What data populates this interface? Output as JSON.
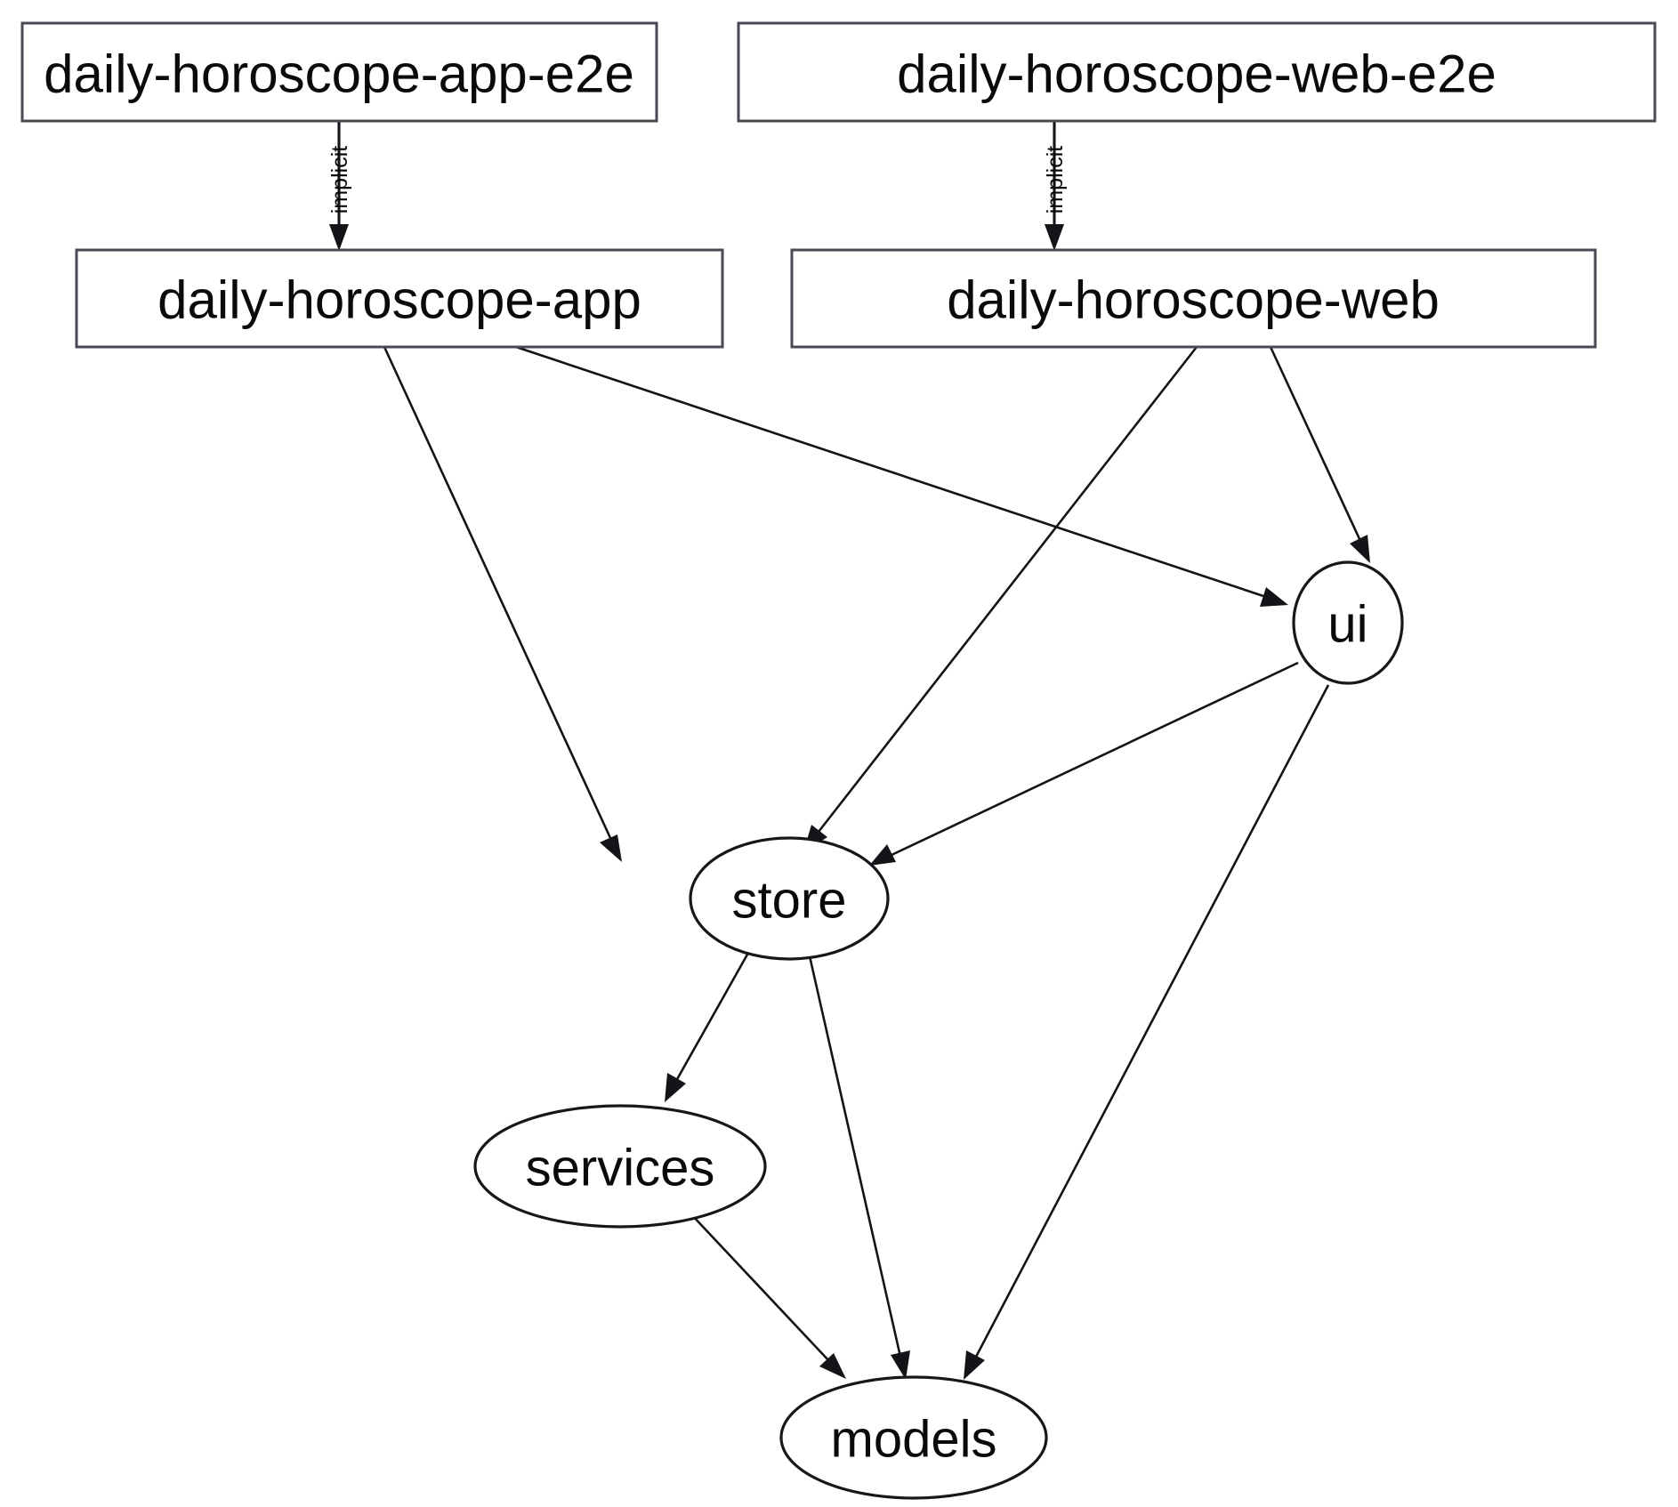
{
  "graph": {
    "background_color": "#ffffff",
    "node_stroke_color": "#17171b",
    "box_stroke_color": "#4a4a52",
    "edge_color": "#141418",
    "label_color": "#0a0a0a",
    "nodes": [
      {
        "id": "daily-horoscope-app-e2e",
        "label": "daily-horoscope-app-e2e",
        "shape": "box"
      },
      {
        "id": "daily-horoscope-web-e2e",
        "label": "daily-horoscope-web-e2e",
        "shape": "box"
      },
      {
        "id": "daily-horoscope-app",
        "label": "daily-horoscope-app",
        "shape": "box"
      },
      {
        "id": "daily-horoscope-web",
        "label": "daily-horoscope-web",
        "shape": "box"
      },
      {
        "id": "ui",
        "label": "ui",
        "shape": "ellipse"
      },
      {
        "id": "store",
        "label": "store",
        "shape": "ellipse"
      },
      {
        "id": "services",
        "label": "services",
        "shape": "ellipse"
      },
      {
        "id": "models",
        "label": "models",
        "shape": "ellipse"
      }
    ],
    "edges": [
      {
        "from": "daily-horoscope-app-e2e",
        "to": "daily-horoscope-app",
        "label": "implicit"
      },
      {
        "from": "daily-horoscope-web-e2e",
        "to": "daily-horoscope-web",
        "label": "implicit"
      },
      {
        "from": "daily-horoscope-app",
        "to": "store",
        "label": ""
      },
      {
        "from": "daily-horoscope-app",
        "to": "ui",
        "label": ""
      },
      {
        "from": "daily-horoscope-web",
        "to": "store",
        "label": ""
      },
      {
        "from": "daily-horoscope-web",
        "to": "ui",
        "label": ""
      },
      {
        "from": "ui",
        "to": "store",
        "label": ""
      },
      {
        "from": "ui",
        "to": "models",
        "label": ""
      },
      {
        "from": "store",
        "to": "services",
        "label": ""
      },
      {
        "from": "store",
        "to": "models",
        "label": ""
      },
      {
        "from": "services",
        "to": "models",
        "label": ""
      }
    ],
    "edge_labels": {
      "implicit_app": "implicit",
      "implicit_web": "implicit"
    }
  }
}
